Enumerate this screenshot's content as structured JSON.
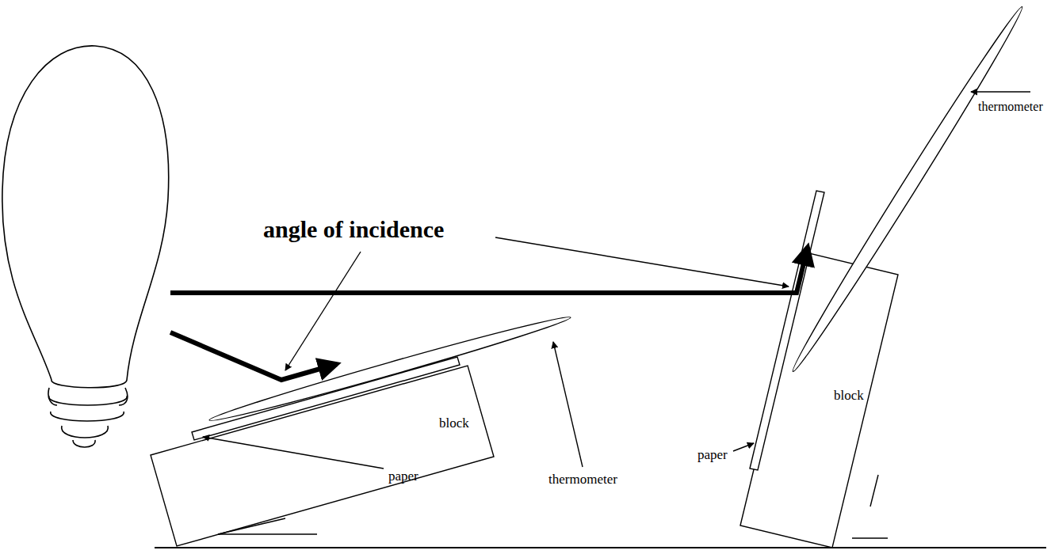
{
  "diagram": {
    "labels": [
      "thermometer",
      "angle of incidence",
      "block",
      "paper",
      "block",
      "paper",
      "thermometer"
    ]
  }
}
